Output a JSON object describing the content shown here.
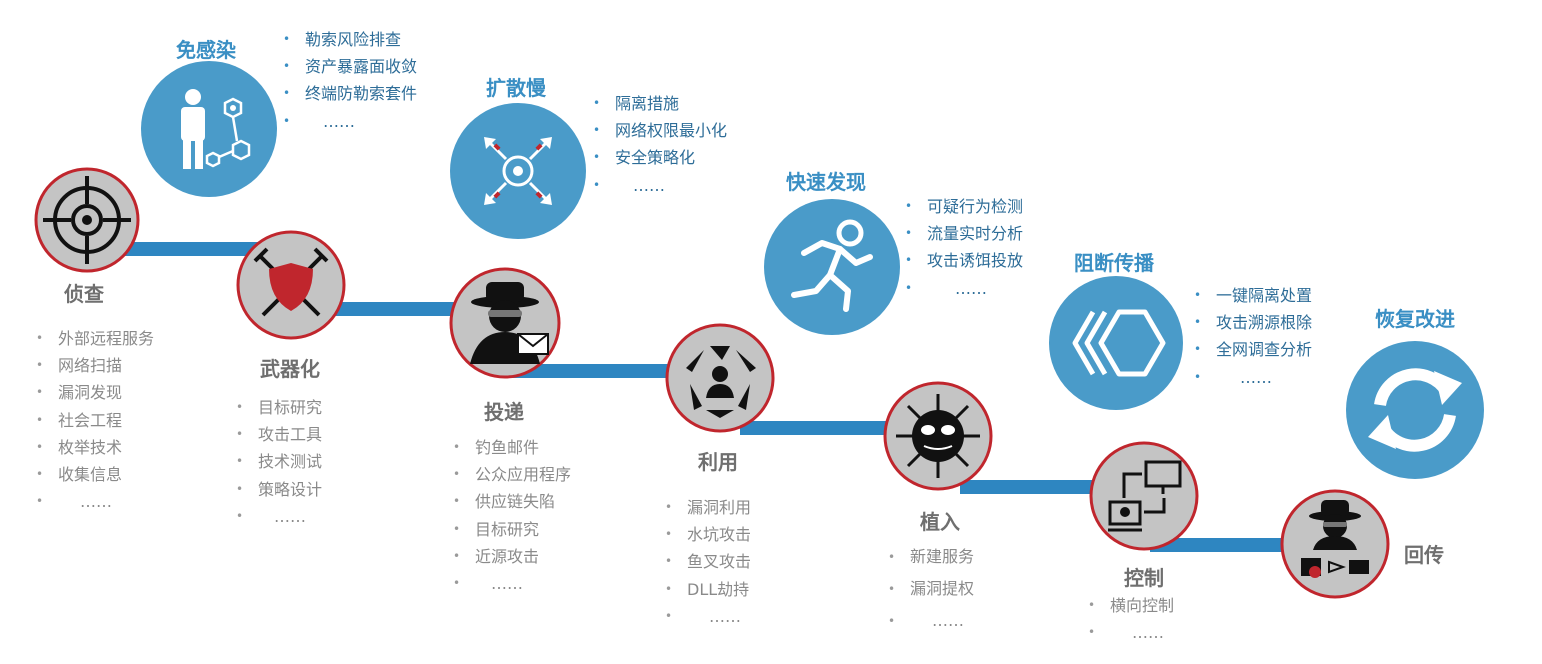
{
  "stages": [
    {
      "name": "侦查",
      "icon": "crosshair-icon",
      "items": [
        "外部远程服务",
        "网络扫描",
        "漏洞发现",
        "社会工程",
        "枚举技术",
        "收集信息",
        "……"
      ]
    },
    {
      "name": "武器化",
      "icon": "shield-swords-icon",
      "items": [
        "目标研究",
        "攻击工具",
        "技术测试",
        "策略设计",
        "……"
      ]
    },
    {
      "name": "投递",
      "icon": "hacker-mail-icon",
      "items": [
        "钓鱼邮件",
        "公众应用程序",
        "供应链失陷",
        "目标研究",
        "近源攻击",
        "……"
      ]
    },
    {
      "name": "利用",
      "icon": "recycle-user-icon",
      "items": [
        "漏洞利用",
        "水坑攻击",
        "鱼叉攻击",
        "DLL劫持",
        "……"
      ]
    },
    {
      "name": "植入",
      "icon": "virus-icon",
      "items": [
        "新建服务",
        "漏洞提权",
        "……"
      ]
    },
    {
      "name": "控制",
      "icon": "network-control-icon",
      "items": [
        "横向控制",
        "……"
      ]
    },
    {
      "name": "回传",
      "icon": "hacker-exfiltration-icon",
      "items": []
    }
  ],
  "defenses": [
    {
      "name": "免感染",
      "icon": "person-molecule-icon",
      "items": [
        "勒索风险排查",
        "资产暴露面收敛",
        "终端防勒索套件",
        "……"
      ]
    },
    {
      "name": "扩散慢",
      "icon": "isolation-target-icon",
      "items": [
        "隔离措施",
        "网络权限最小化",
        "安全策略化",
        "……"
      ]
    },
    {
      "name": "快速发现",
      "icon": "running-person-icon",
      "items": [
        "可疑行为检测",
        "流量实时分析",
        "攻击诱饵投放",
        "……"
      ]
    },
    {
      "name": "阻断传播",
      "icon": "chevrons-block-icon",
      "items": [
        "一键隔离处置",
        "攻击溯源根除",
        "全网调查分析",
        "……"
      ]
    },
    {
      "name": "恢复改进",
      "icon": "refresh-icon",
      "items": []
    }
  ],
  "colors": {
    "connector": "#2e86c1",
    "stage_fill": "#c4c4c4",
    "stage_border": "#c0262d",
    "defense_fill": "#4a9bc9",
    "stage_text": "#6f6f6f",
    "defense_text": "#3a8fc4"
  }
}
